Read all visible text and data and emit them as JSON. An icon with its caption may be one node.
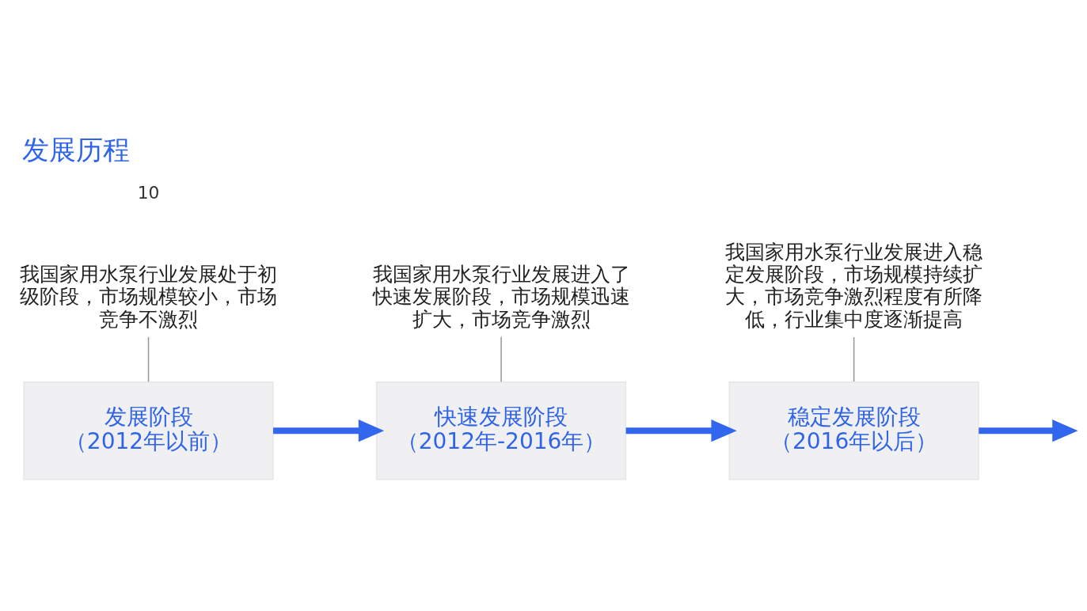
{
  "diagram": {
    "title": "发展历程",
    "nodes": [
      {
        "text": [
          "发展阶段",
          "（2012年以前）"
        ]
      },
      {
        "text": [
          "快速发展阶段",
          "（2012年-2016年）"
        ]
      },
      {
        "text": [
          "稳定发展阶段",
          "（2016年以后）"
        ]
      },
      {
        "text": [
          "我国家用水泵行业发展处于初级阶段，市场规模较小，市场竞争不激烈"
        ]
      },
      {
        "text": [
          "我国家用水泵行业发展进入了快速发展阶段，市场规模迅速扩大，市场竞争激烈"
        ]
      },
      {
        "text": [
          "我国家用水泵行业发展进入稳定发展阶段，市场规模持续扩大，市场竞争激烈程度有所降低，行业集中度逐渐提高"
        ]
      }
    ],
    "edges": [
      {
        "from": 0,
        "to": 1,
        "arrow": "to",
        "style": "thick",
        "color": "#3366ee"
      },
      {
        "from": 1,
        "to": 2,
        "arrow": "to",
        "style": "thick",
        "color": "#3366ee"
      },
      {
        "from": 2,
        "to": null,
        "arrow": "to",
        "style": "thick",
        "color": "#3366ee"
      },
      {
        "from": 3,
        "to": 0,
        "arrow": "none",
        "color": "#999999"
      },
      {
        "from": 4,
        "to": 1,
        "arrow": "none",
        "color": "#999999"
      },
      {
        "from": 5,
        "to": 2,
        "arrow": "none",
        "color": "#999999"
      }
    ],
    "labels": [
      "10"
    ]
  }
}
